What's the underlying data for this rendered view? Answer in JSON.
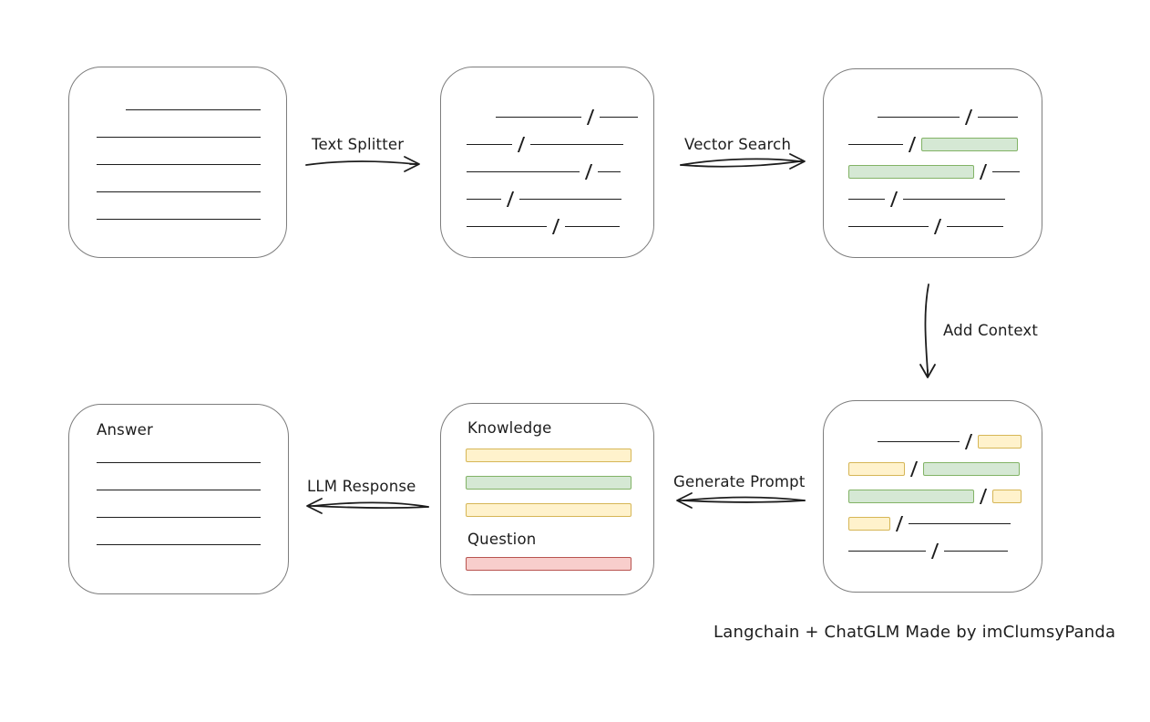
{
  "caption": "Langchain + ChatGLM Made by imClumsyPanda",
  "labels": {
    "text_splitter": "Text Splitter",
    "vector_search": "Vector Search",
    "add_context": "Add Context",
    "generate_prompt": "Generate Prompt",
    "llm_response": "LLM Response"
  },
  "colors": {
    "box_border": "#7d7d7d",
    "stroke": "#1d1d1d",
    "green_fill": "#d5e8d4",
    "green_stroke": "#82b366",
    "yellow_fill": "#fff2cc",
    "yellow_stroke": "#d6b656",
    "red_fill": "#f8cecc",
    "red_stroke": "#b85450"
  },
  "boxes": {
    "source_document": {
      "rows": [
        [
          {
            "k": "space",
            "w": 32
          },
          {
            "k": "line",
            "w": 148
          }
        ],
        [
          {
            "k": "line",
            "w": 180
          }
        ],
        [
          {
            "k": "line",
            "w": 180
          }
        ],
        [
          {
            "k": "line",
            "w": 180
          }
        ],
        [
          {
            "k": "line",
            "w": 180
          }
        ]
      ]
    },
    "split_chunks": {
      "rows": [
        [
          {
            "k": "space",
            "w": 32
          },
          {
            "k": "line",
            "w": 94
          },
          {
            "k": "slash"
          },
          {
            "k": "line",
            "w": 42
          }
        ],
        [
          {
            "k": "line",
            "w": 50
          },
          {
            "k": "slash"
          },
          {
            "k": "line",
            "w": 102
          }
        ],
        [
          {
            "k": "line",
            "w": 124
          },
          {
            "k": "slash"
          },
          {
            "k": "line",
            "w": 25
          }
        ],
        [
          {
            "k": "line",
            "w": 38
          },
          {
            "k": "slash"
          },
          {
            "k": "line",
            "w": 112
          }
        ],
        [
          {
            "k": "line",
            "w": 88
          },
          {
            "k": "slash"
          },
          {
            "k": "line",
            "w": 60
          }
        ]
      ]
    },
    "matched_chunks": {
      "rows": [
        [
          {
            "k": "space",
            "w": 32
          },
          {
            "k": "line",
            "w": 90
          },
          {
            "k": "slash"
          },
          {
            "k": "line",
            "w": 44
          }
        ],
        [
          {
            "k": "line",
            "w": 60
          },
          {
            "k": "slash"
          },
          {
            "k": "chunk",
            "c": "green",
            "w": 106
          }
        ],
        [
          {
            "k": "chunk",
            "c": "green",
            "w": 138
          },
          {
            "k": "slash"
          },
          {
            "k": "line",
            "w": 30
          }
        ],
        [
          {
            "k": "line",
            "w": 40
          },
          {
            "k": "slash"
          },
          {
            "k": "line",
            "w": 112
          }
        ],
        [
          {
            "k": "line",
            "w": 88
          },
          {
            "k": "slash"
          },
          {
            "k": "line",
            "w": 62
          }
        ]
      ]
    },
    "context_chunks": {
      "rows": [
        [
          {
            "k": "space",
            "w": 32
          },
          {
            "k": "line",
            "w": 90
          },
          {
            "k": "slash"
          },
          {
            "k": "chunk",
            "c": "yellow",
            "w": 48
          }
        ],
        [
          {
            "k": "chunk",
            "c": "yellow",
            "w": 62
          },
          {
            "k": "slash"
          },
          {
            "k": "chunk",
            "c": "green",
            "w": 106
          }
        ],
        [
          {
            "k": "chunk",
            "c": "green",
            "w": 138
          },
          {
            "k": "slash"
          },
          {
            "k": "chunk",
            "c": "yellow",
            "w": 32
          }
        ],
        [
          {
            "k": "chunk",
            "c": "yellow",
            "w": 46
          },
          {
            "k": "slash"
          },
          {
            "k": "line",
            "w": 112
          }
        ],
        [
          {
            "k": "line",
            "w": 85
          },
          {
            "k": "slash"
          },
          {
            "k": "line",
            "w": 70
          }
        ]
      ]
    },
    "prompt": {
      "knowledge_label": "Knowledge",
      "question_label": "Question",
      "knowledge_rows": [
        [
          {
            "k": "chunk",
            "c": "yellow",
            "w": 182
          }
        ],
        [
          {
            "k": "chunk",
            "c": "green",
            "w": 182
          }
        ],
        [
          {
            "k": "chunk",
            "c": "yellow",
            "w": 182
          }
        ]
      ],
      "question_rows": [
        [
          {
            "k": "chunk",
            "c": "red",
            "w": 182
          }
        ]
      ]
    },
    "answer": {
      "label": "Answer",
      "rows": [
        [
          {
            "k": "line",
            "w": 180
          }
        ],
        [
          {
            "k": "line",
            "w": 180
          }
        ],
        [
          {
            "k": "line",
            "w": 180
          }
        ],
        [
          {
            "k": "line",
            "w": 180
          }
        ]
      ]
    }
  }
}
